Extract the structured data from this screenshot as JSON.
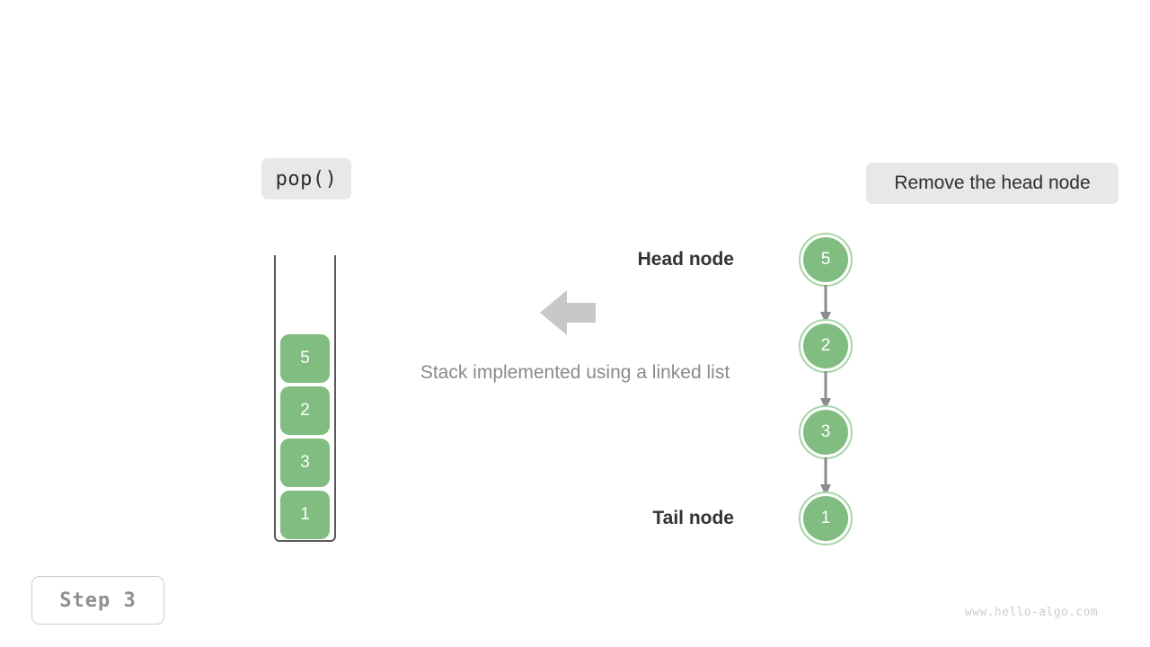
{
  "operation": {
    "label": "pop()"
  },
  "action": {
    "label": "Remove the head node"
  },
  "caption": {
    "text": "Stack implemented using a linked list"
  },
  "step": {
    "label": "Step 3"
  },
  "watermark": {
    "text": "www.hello-algo.com"
  },
  "stack": {
    "cells": [
      {
        "value": "5"
      },
      {
        "value": "2"
      },
      {
        "value": "3"
      },
      {
        "value": "1"
      }
    ]
  },
  "linked_list": {
    "nodes": [
      {
        "value": "5"
      },
      {
        "value": "2"
      },
      {
        "value": "3"
      },
      {
        "value": "1"
      }
    ],
    "head_label": "Head node",
    "tail_label": "Tail node"
  },
  "colors": {
    "node_fill": "#81bd81",
    "node_ring": "#a8d5a8",
    "arrow_gray": "#c8c8c8",
    "link_gray": "#8c8c8c",
    "pill_bg": "#e8e8e8",
    "caption_text": "#8a8a8a"
  }
}
